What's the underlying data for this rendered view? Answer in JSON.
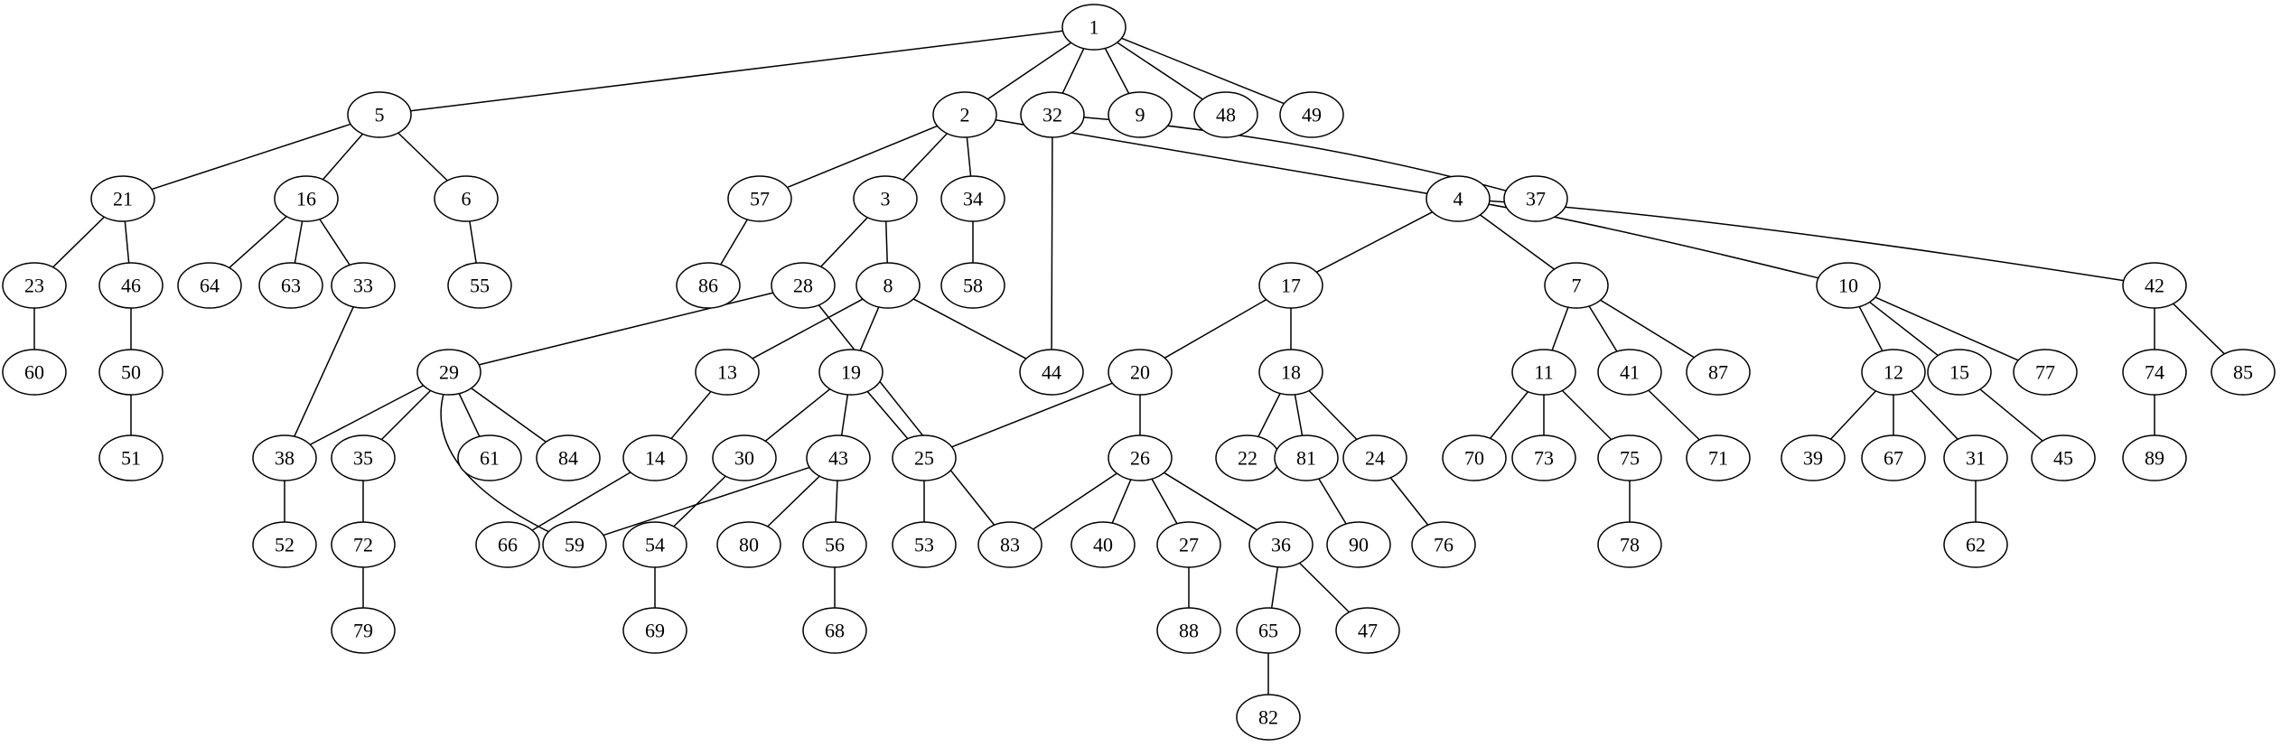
{
  "graph": {
    "nodes": [
      "1",
      "2",
      "3",
      "4",
      "5",
      "6",
      "7",
      "8",
      "9",
      "10",
      "11",
      "12",
      "13",
      "14",
      "15",
      "16",
      "17",
      "18",
      "19",
      "20",
      "21",
      "22",
      "23",
      "24",
      "25",
      "26",
      "27",
      "28",
      "29",
      "30",
      "31",
      "32",
      "33",
      "34",
      "35",
      "36",
      "37",
      "38",
      "39",
      "40",
      "41",
      "42",
      "43",
      "44",
      "45",
      "46",
      "47",
      "48",
      "49",
      "50",
      "51",
      "52",
      "53",
      "54",
      "55",
      "56",
      "57",
      "58",
      "59",
      "60",
      "61",
      "62",
      "63",
      "64",
      "65",
      "66",
      "67",
      "68",
      "69",
      "70",
      "71",
      "72",
      "73",
      "74",
      "75",
      "76",
      "77",
      "78",
      "79",
      "80",
      "81",
      "82",
      "83",
      "84",
      "85",
      "86",
      "87",
      "88",
      "89",
      "90"
    ],
    "edges": [
      [
        "1",
        "5"
      ],
      [
        "1",
        "2"
      ],
      [
        "1",
        "32"
      ],
      [
        "1",
        "9"
      ],
      [
        "1",
        "48"
      ],
      [
        "1",
        "49"
      ],
      [
        "5",
        "21"
      ],
      [
        "5",
        "16"
      ],
      [
        "5",
        "6"
      ],
      [
        "2",
        "57"
      ],
      [
        "2",
        "3"
      ],
      [
        "2",
        "34"
      ],
      [
        "2",
        "4"
      ],
      [
        "32",
        "37"
      ],
      [
        "32",
        "44"
      ],
      [
        "21",
        "23"
      ],
      [
        "21",
        "46"
      ],
      [
        "16",
        "64"
      ],
      [
        "16",
        "63"
      ],
      [
        "16",
        "33"
      ],
      [
        "6",
        "55"
      ],
      [
        "57",
        "86"
      ],
      [
        "3",
        "28"
      ],
      [
        "3",
        "8"
      ],
      [
        "34",
        "58"
      ],
      [
        "4",
        "17"
      ],
      [
        "4",
        "7"
      ],
      [
        "4",
        "10"
      ],
      [
        "4",
        "42"
      ],
      [
        "23",
        "60"
      ],
      [
        "46",
        "50"
      ],
      [
        "50",
        "51"
      ],
      [
        "33",
        "38"
      ],
      [
        "28",
        "29"
      ],
      [
        "28",
        "83"
      ],
      [
        "8",
        "13"
      ],
      [
        "8",
        "19"
      ],
      [
        "8",
        "44"
      ],
      [
        "17",
        "20"
      ],
      [
        "17",
        "18"
      ],
      [
        "7",
        "11"
      ],
      [
        "7",
        "41"
      ],
      [
        "7",
        "87"
      ],
      [
        "10",
        "12"
      ],
      [
        "10",
        "15"
      ],
      [
        "10",
        "77"
      ],
      [
        "42",
        "74"
      ],
      [
        "42",
        "85"
      ],
      [
        "29",
        "38"
      ],
      [
        "29",
        "35"
      ],
      [
        "29",
        "61"
      ],
      [
        "29",
        "84"
      ],
      [
        "29",
        "59"
      ],
      [
        "13",
        "14"
      ],
      [
        "19",
        "30"
      ],
      [
        "19",
        "43"
      ],
      [
        "19",
        "25"
      ],
      [
        "20",
        "25"
      ],
      [
        "20",
        "26"
      ],
      [
        "18",
        "22"
      ],
      [
        "18",
        "81"
      ],
      [
        "18",
        "24"
      ],
      [
        "11",
        "70"
      ],
      [
        "11",
        "73"
      ],
      [
        "11",
        "75"
      ],
      [
        "41",
        "71"
      ],
      [
        "12",
        "39"
      ],
      [
        "12",
        "67"
      ],
      [
        "12",
        "31"
      ],
      [
        "15",
        "45"
      ],
      [
        "74",
        "89"
      ],
      [
        "38",
        "52"
      ],
      [
        "35",
        "72"
      ],
      [
        "72",
        "79"
      ],
      [
        "14",
        "66"
      ],
      [
        "30",
        "54"
      ],
      [
        "54",
        "69"
      ],
      [
        "43",
        "59"
      ],
      [
        "43",
        "80"
      ],
      [
        "43",
        "56"
      ],
      [
        "56",
        "68"
      ],
      [
        "25",
        "53"
      ],
      [
        "26",
        "83"
      ],
      [
        "26",
        "40"
      ],
      [
        "26",
        "27"
      ],
      [
        "26",
        "36"
      ],
      [
        "27",
        "88"
      ],
      [
        "36",
        "65"
      ],
      [
        "36",
        "47"
      ],
      [
        "65",
        "82"
      ],
      [
        "81",
        "90"
      ],
      [
        "24",
        "76"
      ],
      [
        "75",
        "78"
      ],
      [
        "31",
        "62"
      ]
    ]
  }
}
